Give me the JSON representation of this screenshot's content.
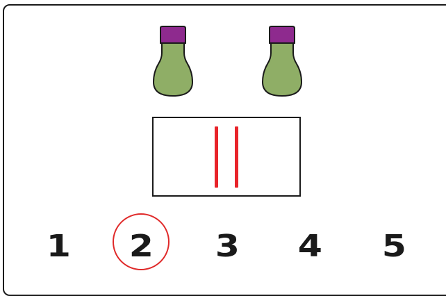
{
  "colors": {
    "cap": "#8e2a8e",
    "bottle_body": "#8fae66",
    "outline": "#1a1a1a",
    "tally": "#e8242a",
    "selection_ring": "#e02a2a"
  },
  "icons": {
    "bottle": "bottle-icon"
  },
  "tally_count": 2,
  "answer_choices": [
    {
      "label": "1"
    },
    {
      "label": "2"
    },
    {
      "label": "3"
    },
    {
      "label": "4"
    },
    {
      "label": "5"
    }
  ],
  "selected_choice": "2"
}
